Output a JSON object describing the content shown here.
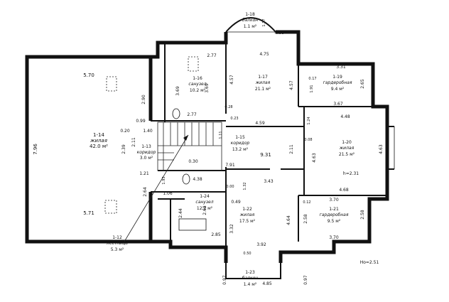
{
  "rooms": [
    {
      "id": "1-14",
      "name": "жилая",
      "area": "42.0 м²"
    },
    {
      "id": "1-13",
      "name": "коридор",
      "area": "3.0 м²"
    },
    {
      "id": "1-12",
      "name": "лестница",
      "area": "5.3 м²"
    },
    {
      "id": "1-16",
      "name": "санузел",
      "area": "10.2 м²"
    },
    {
      "id": "1-17",
      "name": "жилая",
      "area": "21.1 м²"
    },
    {
      "id": "1-18",
      "name": "балкон",
      "area": "1.1 м²"
    },
    {
      "id": "1-19",
      "name": "гардеробная",
      "area": "9.4 м²"
    },
    {
      "id": "1-20",
      "name": "жилая",
      "area": "21.5 м²"
    },
    {
      "id": "1-15",
      "name": "коридор",
      "area": "13.2 м²"
    },
    {
      "id": "1-24",
      "name": "санузел",
      "area": "12.2 м²"
    },
    {
      "id": "1-22",
      "name": "жилая",
      "area": "17.5 м²"
    },
    {
      "id": "1-21",
      "name": "гардеробная",
      "area": "9.5 м²"
    },
    {
      "id": "1-23",
      "name": "балкон",
      "area": "1.4 м²"
    }
  ],
  "dimensions": [
    "5.70",
    "7.96",
    "5.71",
    "2.90",
    "0.99",
    "0.20",
    "1.40",
    "2.11",
    "2.39",
    "1.21",
    "2.64",
    "2.77",
    "3.69",
    "3.69",
    "2.77",
    "0.28",
    "0.23",
    "4.57",
    "4.75",
    "4.66",
    "1.17",
    "4.57",
    "0.17",
    "1.91",
    "3.31",
    "2.65",
    "3.67",
    "4.48",
    "1.24",
    "4.59",
    "1.11",
    "2.11",
    "0.08",
    "4.63",
    "4.63",
    "4.68",
    "9.31",
    "7.91",
    "3.43",
    "0.30",
    "1.93",
    "4.38",
    "1.06",
    "0.00",
    "0.49",
    "1.32",
    "2.68",
    "2.44",
    "3.32",
    "2.85",
    "3.70",
    "0.12",
    "2.58",
    "2.58",
    "4.64",
    "3.70",
    "3.92",
    "0.50",
    "0.97",
    "0.97",
    "4.85"
  ],
  "notes": {
    "height_room": "h=2.31",
    "height_floor": "Hо=2.51"
  }
}
